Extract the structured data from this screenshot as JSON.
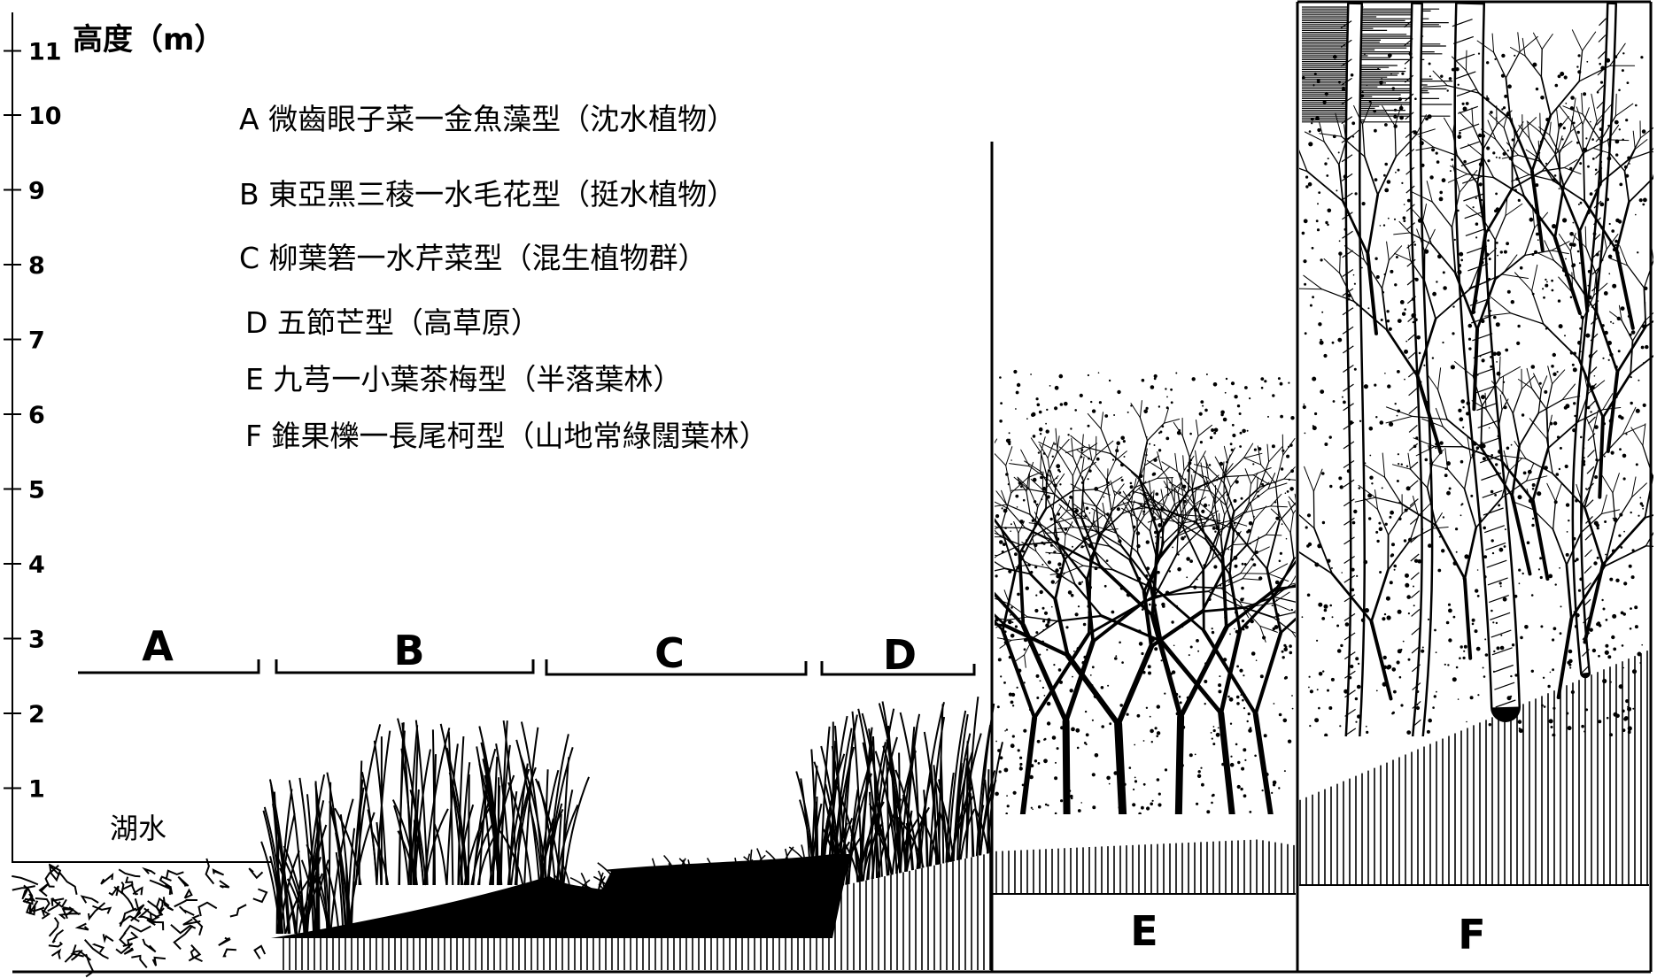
{
  "axis": {
    "title": "高度（m）",
    "ticks": [
      "1",
      "2",
      "3",
      "4",
      "5",
      "6",
      "7",
      "8",
      "9",
      "10",
      "11"
    ]
  },
  "legend": [
    {
      "text": "A 微齒眼子菜一金魚藻型（沈水植物）"
    },
    {
      "text": "B 東亞黑三稜一水毛花型（挺水植物）"
    },
    {
      "text": "C 柳葉箬一水芹菜型（混生植物群）"
    },
    {
      "text": "D 五節芒型（高草原）"
    },
    {
      "text": "E 九芎一小葉茶梅型（半落葉林）"
    },
    {
      "text": "F 錐果櫟一長尾柯型（山地常綠闊葉林）"
    }
  ],
  "zones": {
    "A": "A",
    "B": "B",
    "C": "C",
    "D": "D",
    "E": "E",
    "F": "F"
  },
  "water_label": "湖水"
}
